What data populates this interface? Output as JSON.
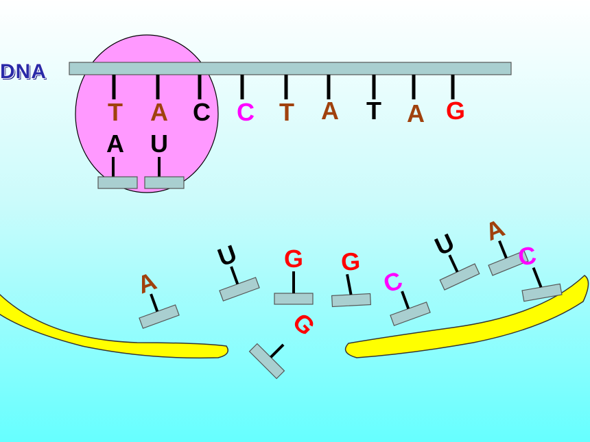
{
  "dna": {
    "label": "DNA",
    "template_bases": [
      {
        "letter": "T",
        "color": "#a0410d"
      },
      {
        "letter": "A",
        "color": "#a0410d"
      },
      {
        "letter": "C",
        "color": "#000000"
      },
      {
        "letter": "C",
        "color": "#ff00ff"
      },
      {
        "letter": "T",
        "color": "#a0410d"
      },
      {
        "letter": "A",
        "color": "#a0410d"
      },
      {
        "letter": "T",
        "color": "#000000"
      },
      {
        "letter": "A",
        "color": "#a0410d"
      },
      {
        "letter": "G",
        "color": "#ff0000"
      }
    ]
  },
  "paired_rna_bases": [
    {
      "letter": "A",
      "color": "#000000"
    },
    {
      "letter": "U",
      "color": "#000000"
    }
  ],
  "free_nucleotides": [
    {
      "letter": "A",
      "color": "#a0410d"
    },
    {
      "letter": "U",
      "color": "#000000"
    },
    {
      "letter": "G",
      "color": "#ff0000"
    },
    {
      "letter": "G",
      "color": "#ff0000"
    },
    {
      "letter": "C",
      "color": "#ff00ff"
    },
    {
      "letter": "U",
      "color": "#000000"
    },
    {
      "letter": "A",
      "color": "#a0410d"
    },
    {
      "letter": "C",
      "color": "#ff00ff"
    },
    {
      "letter": "G",
      "color": "#ff0000"
    }
  ],
  "colors": {
    "rna_polymerase": "#ff99ff",
    "nuclear_membrane": "#ffff00",
    "backbone": "#a9cfd0",
    "dna_label": "#2a2aa8"
  }
}
